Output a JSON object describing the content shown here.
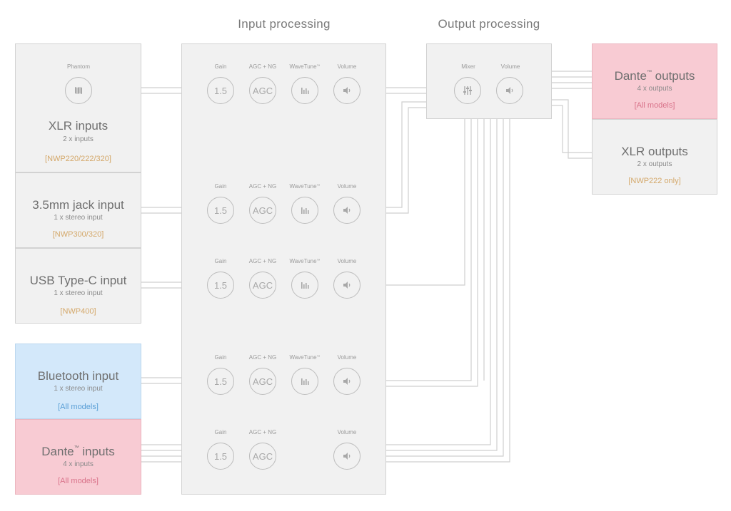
{
  "headers": {
    "input_processing": "Input processing",
    "output_processing": "Output processing"
  },
  "inputs": [
    {
      "title": "XLR inputs",
      "subtitle": "2 x inputs",
      "models": "[NWP220/222/320]",
      "phantom_label": "Phantom"
    },
    {
      "title": "3.5mm jack input",
      "subtitle": "1 x stereo input",
      "models": "[NWP300/320]"
    },
    {
      "title": "USB Type-C input",
      "subtitle": "1 x stereo input",
      "models": "[NWP400]"
    },
    {
      "title": "Bluetooth input",
      "subtitle": "1 x stereo input",
      "models": "[All models]"
    },
    {
      "title": "Dante",
      "title_suffix": " inputs",
      "subtitle": "4 x inputs",
      "models": "[All models]"
    }
  ],
  "trademark": "™",
  "channel_labels": {
    "gain": "Gain",
    "agc": "AGC + NG",
    "wavetune": "WaveTune",
    "volume": "Volume"
  },
  "channel_values": {
    "gain": "1.5",
    "agc": "AGC"
  },
  "output_proc_labels": {
    "mixer": "Mixer",
    "volume": "Volume"
  },
  "outputs": [
    {
      "title": "Dante",
      "title_suffix": " outputs",
      "subtitle": "4 x outputs",
      "models": "[All models]"
    },
    {
      "title": "XLR outputs",
      "subtitle": "2 x outputs",
      "models": "[NWP222 only]"
    }
  ],
  "icons": {
    "phantom": "phantom-power-icon",
    "wavetune": "equalizer-bars-icon",
    "volume": "speaker-icon",
    "mixer": "mixer-sliders-icon"
  },
  "colors": {
    "pink": "#f8cbd3",
    "blue": "#d3e8fa",
    "grey": "#f1f1f1",
    "gold": "#d4a86a"
  }
}
